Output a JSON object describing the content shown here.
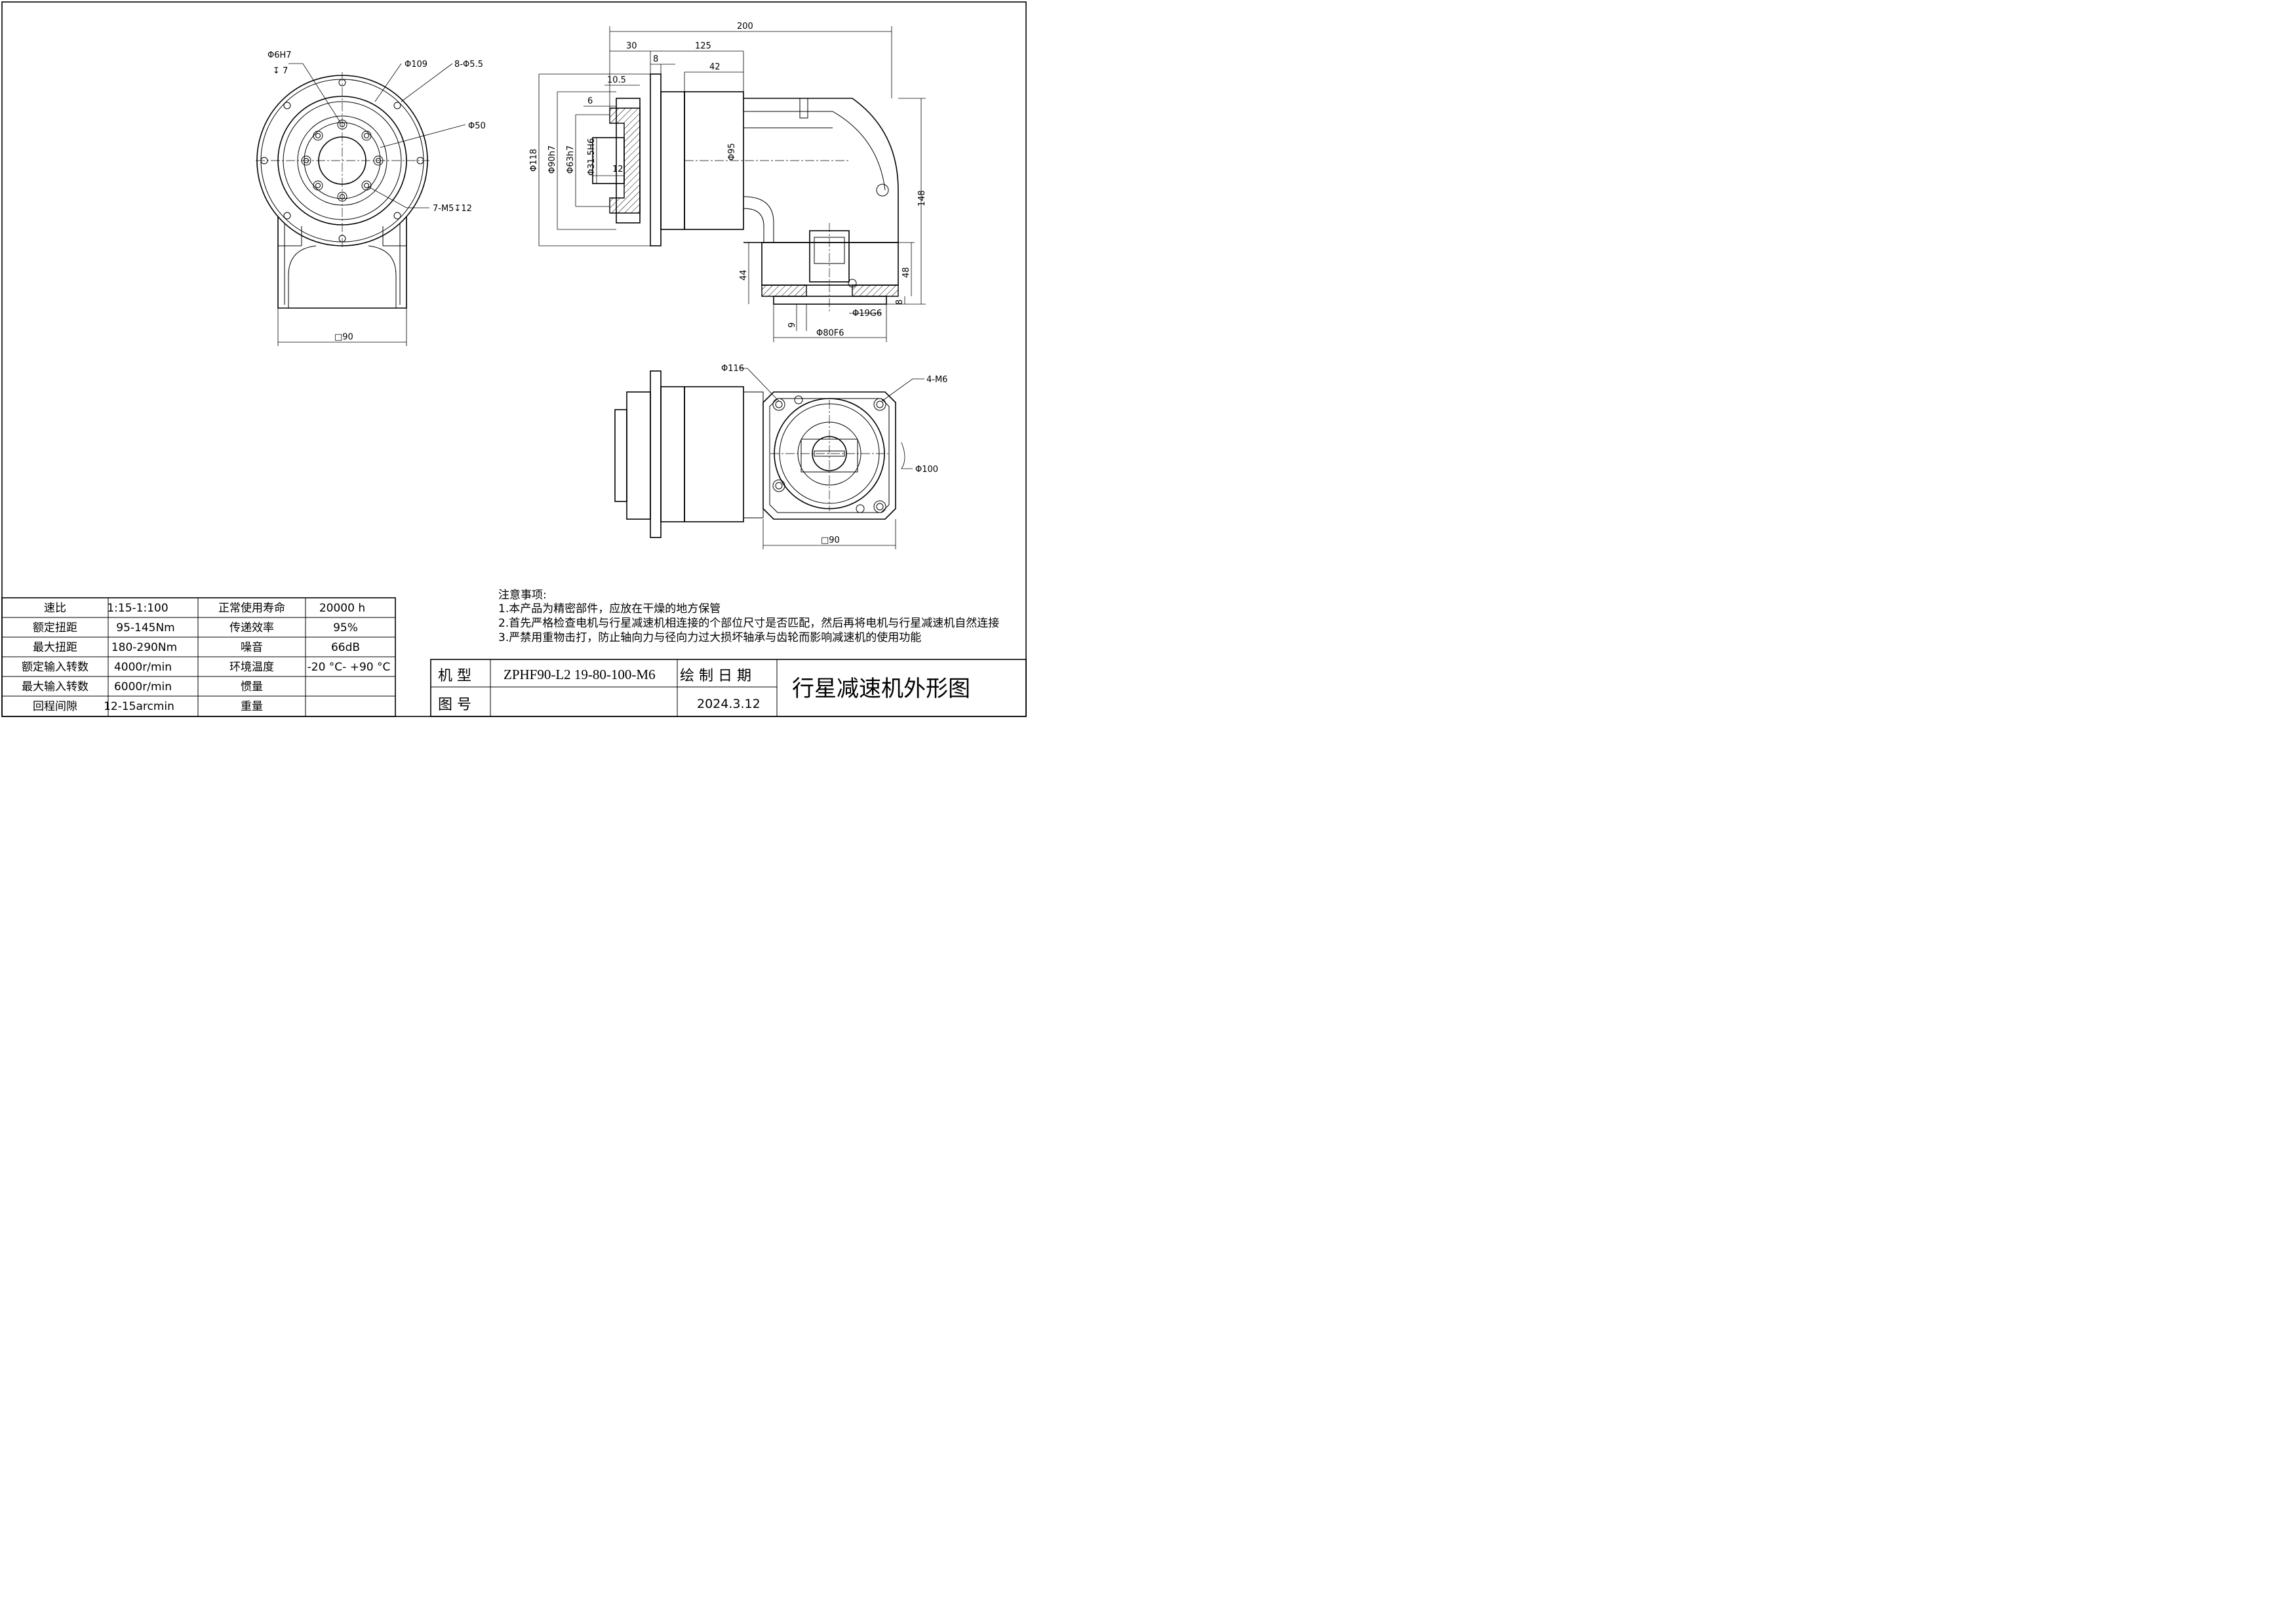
{
  "front_view": {
    "dims": {
      "bore": "Φ6H7",
      "bore_depth": "↧ 7",
      "pcd_outer": "Φ109",
      "mount_holes": "8-Φ5.5",
      "pcd_inner": "Φ50",
      "output_holes": "7-M5↧12",
      "square": "□90"
    }
  },
  "side_view": {
    "dims": {
      "total": "200",
      "flange_len": "30",
      "body_len": "125",
      "gap_8": "8",
      "len_42": "42",
      "len_10_5": "10.5",
      "len_6": "6",
      "d118": "Φ118",
      "d90": "Φ90h7",
      "d63": "Φ63h7",
      "d31": "Φ31.5H6",
      "len_12": "12",
      "d95": "Φ95",
      "h148": "148",
      "h44": "44",
      "h48": "48",
      "h8": "8",
      "d19": "Φ19G6",
      "h9": "9",
      "d80": "Φ80F6"
    }
  },
  "bottom_view": {
    "dims": {
      "d116": "Φ116",
      "holes": "4-M6",
      "d100": "Φ100",
      "square": "□90"
    }
  },
  "spec_table": {
    "rows": [
      [
        "速比",
        "1:15-1:100",
        "正常使用寿命",
        "20000 h"
      ],
      [
        "额定扭距",
        "95-145Nm",
        "传递效率",
        "95%"
      ],
      [
        "最大扭距",
        "180-290Nm",
        "噪音",
        "66dB"
      ],
      [
        "额定输入转数",
        "4000r/min",
        "环境温度",
        "-20 °C- +90  °C"
      ],
      [
        "最大输入转数",
        "6000r/min",
        "惯量",
        ""
      ],
      [
        "回程间隙",
        "12-15arcmin",
        "重量",
        ""
      ]
    ]
  },
  "notes": {
    "title": "注意事项:",
    "items": [
      "1.本产品为精密部件，应放在干燥的地方保管",
      "2.首先严格检查电机与行星减速机相连接的个部位尺寸是否匹配，然后再将电机与行星减速机自然连接",
      "3.严禁用重物击打，防止轴向力与径向力过大损坏轴承与齿轮而影响减速机的使用功能"
    ]
  },
  "title_block": {
    "model_label": "机  型",
    "model_value": "ZPHF90-L2 19-80-100-M6",
    "date_label": "绘 制 日 期",
    "date_value": "2024.3.12",
    "drawing_no_label": "图  号",
    "drawing_no_value": "",
    "title": "行星减速机外形图"
  }
}
